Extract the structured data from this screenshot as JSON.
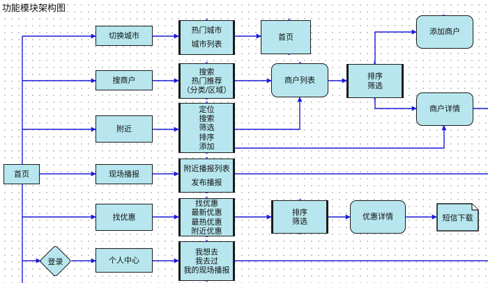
{
  "title": "功能模块架构图",
  "nodes": {
    "home": "首页",
    "switch_city": "切换城市",
    "search_merchant": "搜商户",
    "nearby": "附近",
    "live_report": "现场播报",
    "find_discount": "找优惠",
    "login": "登录",
    "personal_center": "个人中心",
    "city_group": [
      "热门城市",
      "城市列表"
    ],
    "home_2": "首页",
    "search_group": [
      "搜索",
      "热门推荐",
      "（分类/区域）"
    ],
    "merchant_list": "商户列表",
    "sort_filter_1": [
      "排序",
      "筛选"
    ],
    "add_merchant": "添加商户",
    "merchant_detail": "商户详情",
    "nearby_group": [
      "定位",
      "搜索",
      "筛选",
      "排序",
      "添加"
    ],
    "report_group": [
      "附近播报列表",
      "发布播报"
    ],
    "discount_group": [
      "找优惠",
      "最新优惠",
      "最热优惠",
      "附近优惠"
    ],
    "sort_filter_2": [
      "排序",
      "筛选"
    ],
    "discount_detail": "优惠详情",
    "sms_download": "短信下载",
    "personal_group": [
      "我想去",
      "我去过",
      "我的现场播报"
    ]
  },
  "colors": {
    "node_fill": "#b7e6ee",
    "node_border": "#1a1a1a",
    "connector": "#1a1adb"
  }
}
